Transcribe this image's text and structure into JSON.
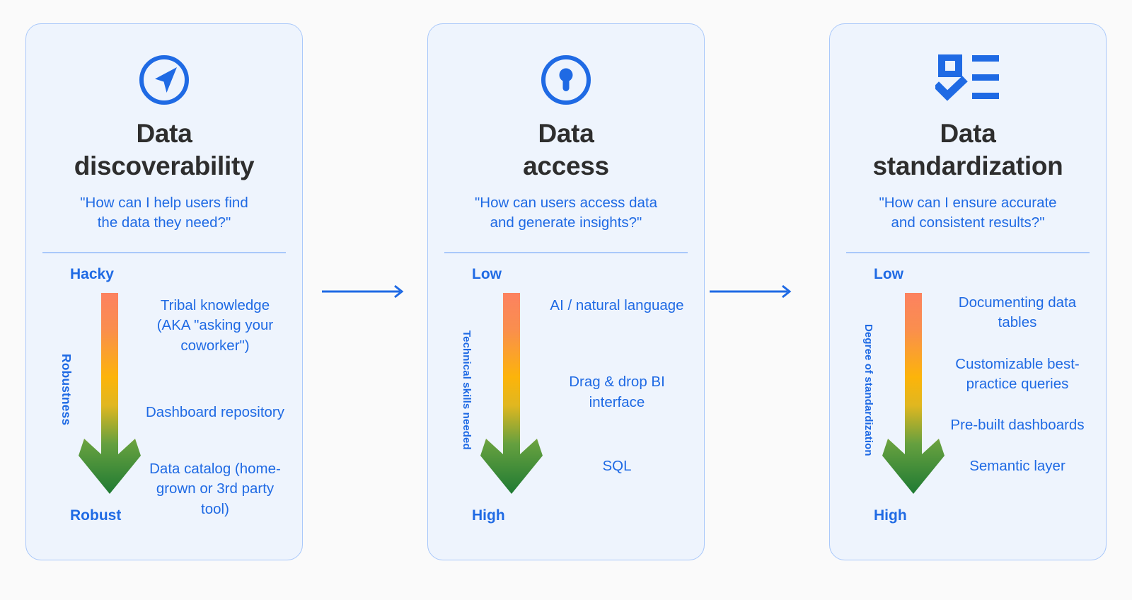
{
  "page": {
    "background_color": "#fafafa",
    "accent_blue": "#1f6ae4",
    "icon_blue": "#1f6ae4",
    "card_background": "#eef4fd",
    "card_border": "#a9c8fa",
    "title_color": "#2e2e2e",
    "gradient": {
      "top": "#fc8260",
      "mid": "#fcb40a",
      "bottom": "#257a2f"
    }
  },
  "connectors": [
    {
      "name": "arrow-card1-to-card2",
      "direction": "right"
    },
    {
      "name": "arrow-card2-to-card3",
      "direction": "right"
    }
  ],
  "cards": [
    {
      "icon": "navigation-arrow-icon",
      "title_line1": "Data",
      "title_line2": "discoverability",
      "question_line1": "\"How can I help users find",
      "question_line2": "the data they need?\"",
      "scale_top_label": "Hacky",
      "scale_bottom_label": "Robust",
      "axis_caption": "Robustness",
      "items": [
        "Tribal knowledge (AKA \"asking your coworker\")",
        "Dashboard repository",
        "Data catalog (home-grown or 3rd party tool)"
      ]
    },
    {
      "icon": "keyhole-lock-icon",
      "title_line1": "Data",
      "title_line2": "access",
      "question_line1": "\"How can users access data",
      "question_line2": "and generate insights?\"",
      "scale_top_label": "Low",
      "scale_bottom_label": "High",
      "axis_caption": "Technical skills needed",
      "items": [
        "AI / natural language",
        "Drag & drop BI interface",
        "SQL"
      ]
    },
    {
      "icon": "checklist-icon",
      "title_line1": "Data",
      "title_line2": "standardization",
      "question_line1": "\"How can I ensure accurate",
      "question_line2": "and consistent results?\"",
      "scale_top_label": "Low",
      "scale_bottom_label": "High",
      "axis_caption": "Degree of standardization",
      "items": [
        "Documenting data tables",
        "Customizable best-practice queries",
        "Pre-built dashboards",
        "Semantic layer"
      ]
    }
  ]
}
